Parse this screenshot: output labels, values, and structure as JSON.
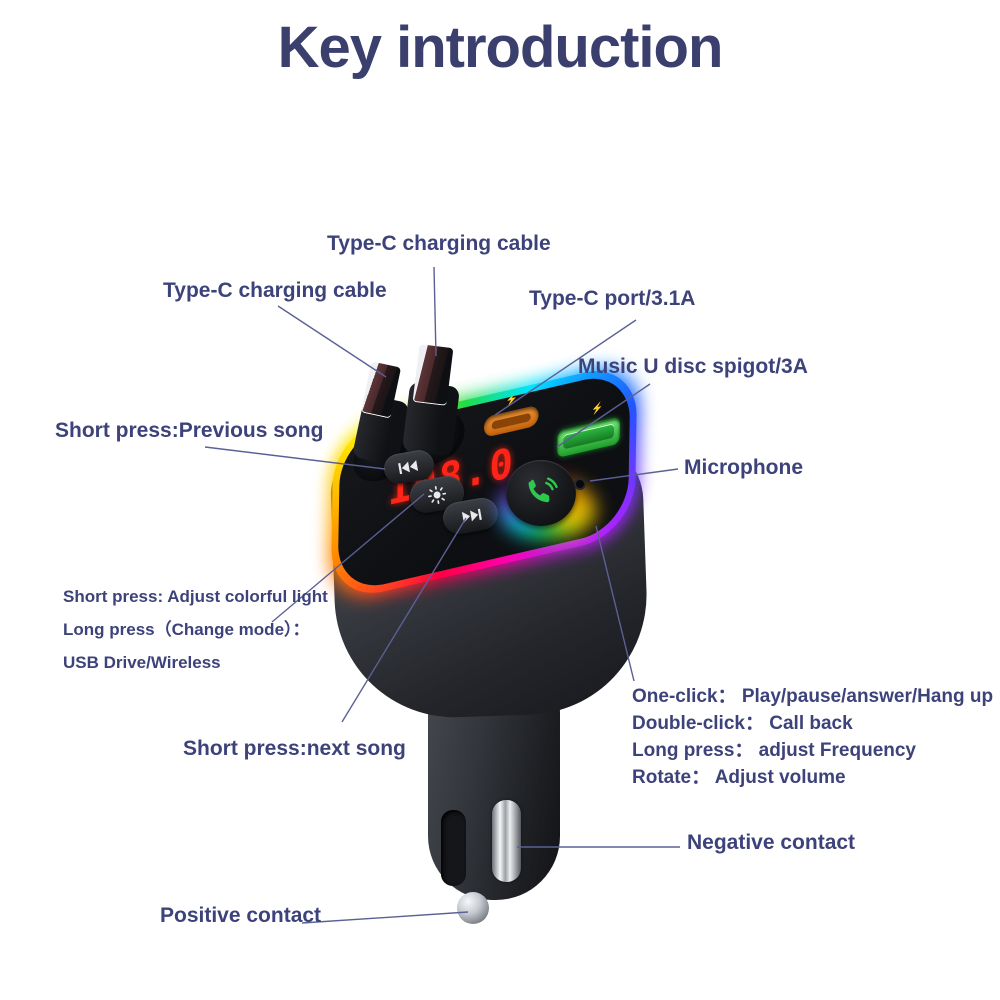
{
  "title": "Key introduction",
  "device": {
    "display_value": "108.0",
    "typec_port_badge": "⚡",
    "usb_port_badge": "⚡"
  },
  "labels": {
    "cable_top": "Type-C charging cable",
    "cable_left": "Type-C charging cable",
    "typec_port": "Type-C port/3.1A",
    "usb_port": "Music U disc spigot/3A",
    "prev_button": "Short press:Previous song",
    "microphone": "Microphone",
    "light_button": [
      "Short press: Adjust colorful light",
      "Long press（Change mode）：",
      "USB Drive/Wireless"
    ],
    "next_button": "Short press:next song",
    "knob": [
      "One-click： Play/pause/answer/Hang up",
      "Double-click： Call back",
      "Long press： adjust Frequency",
      "Rotate： Adjust volume"
    ],
    "negative_contact": "Negative contact",
    "positive_contact": "Positive contact"
  },
  "colors": {
    "title_text": "#3a3f6e",
    "label_text": "#3d437a",
    "callout_line": "#5b6095",
    "display_red": "#ff2418",
    "typec_port_orange": "#e07818",
    "usb_port_green": "#2ecc4a",
    "rgb_ring": "rainbow-conic"
  }
}
